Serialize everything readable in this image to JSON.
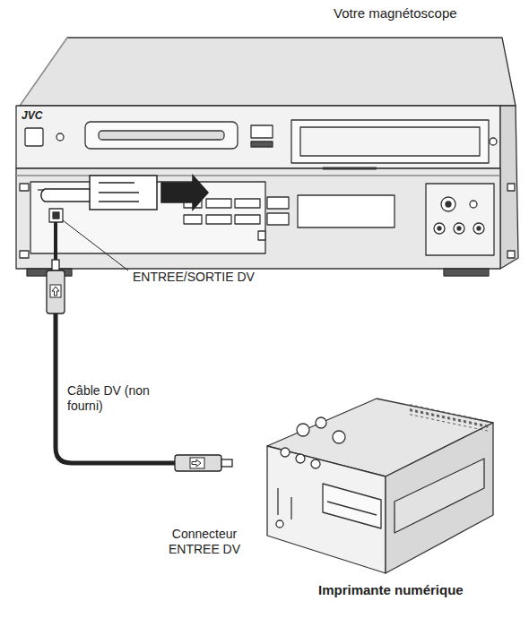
{
  "diagram": {
    "labels": [
      "Votre magnétoscope",
      "JVC",
      "ENTREE/SORTIE DV",
      "Câble DV (non fourni)",
      "Connecteur ENTREE DV",
      "Imprimante numérique"
    ]
  }
}
